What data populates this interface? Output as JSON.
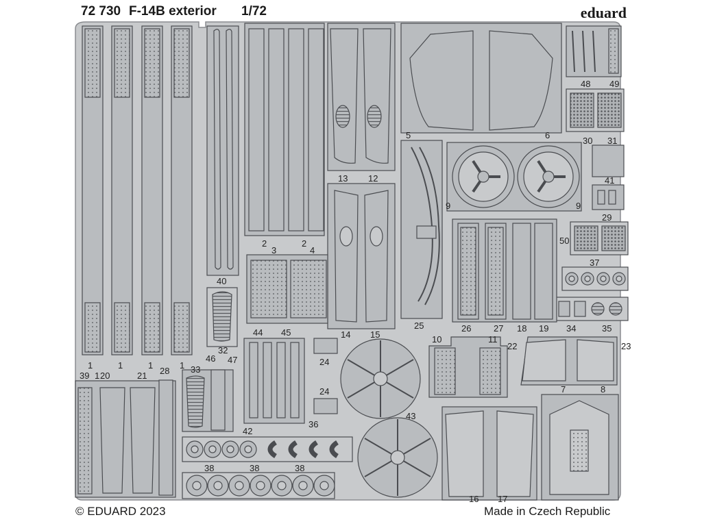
{
  "header": {
    "catalog_number": "72 730",
    "product_name": "F-14B exterior",
    "scale": "1/72",
    "brand": "eduard"
  },
  "footer": {
    "copyright": "© EDUARD 2023",
    "origin": "Made in Czech Republic"
  },
  "palette": {
    "fret": "#c8cacc",
    "part": "#b9bcbf",
    "outline": "#4a4c50",
    "background": "#ffffff"
  },
  "part_numbers": [
    "1",
    "1",
    "1",
    "1",
    "1",
    "2",
    "3",
    "2",
    "4",
    "5",
    "6",
    "7",
    "8",
    "9",
    "9",
    "10",
    "11",
    "12",
    "13",
    "14",
    "15",
    "16",
    "17",
    "18",
    "19",
    "20",
    "21",
    "22",
    "23",
    "24",
    "24",
    "25",
    "26",
    "27",
    "28",
    "29",
    "30",
    "31",
    "32",
    "33",
    "34",
    "35",
    "36",
    "37",
    "38",
    "38",
    "38",
    "39",
    "40",
    "41",
    "42",
    "43",
    "44",
    "45",
    "46",
    "47",
    "48",
    "49",
    "50"
  ]
}
